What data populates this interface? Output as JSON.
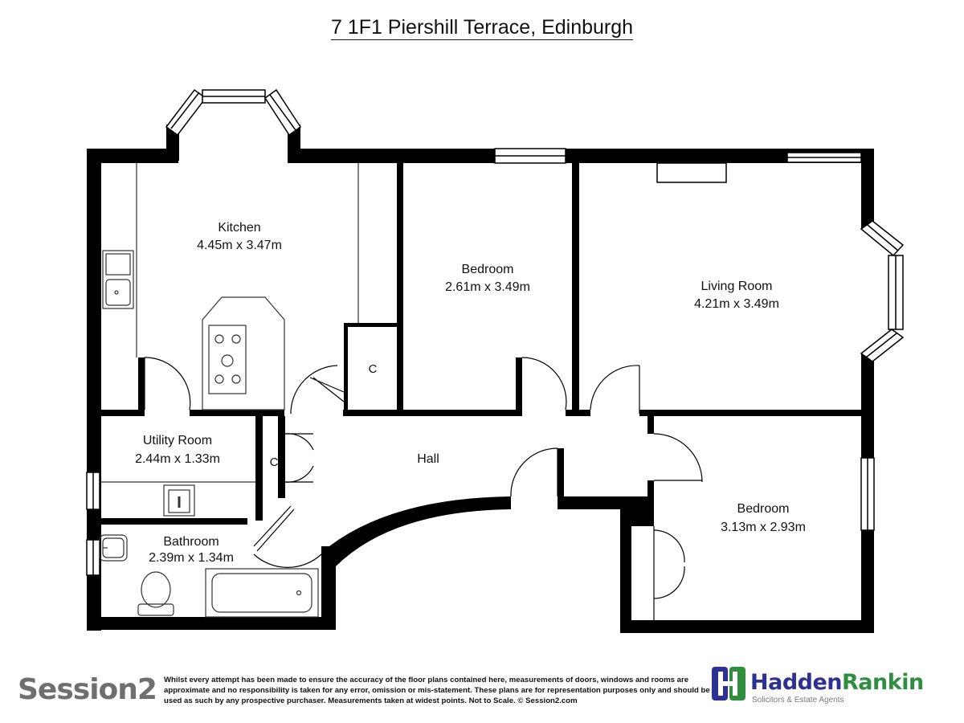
{
  "title": "7 1F1 Piershill Terrace, Edinburgh",
  "rooms": {
    "kitchen": {
      "name": "Kitchen",
      "dims": "4.45m x 3.47m"
    },
    "bedroom1": {
      "name": "Bedroom",
      "dims": "2.61m x 3.49m"
    },
    "living": {
      "name": "Living Room",
      "dims": "4.21m x 3.49m"
    },
    "utility": {
      "name": "Utility Room",
      "dims": "2.44m x 1.33m"
    },
    "hall": {
      "name": "Hall"
    },
    "bedroom2": {
      "name": "Bedroom",
      "dims": "3.13m x 2.93m"
    },
    "bathroom": {
      "name": "Bathroom",
      "dims": "2.39m x 1.34m"
    },
    "cupboard_label": "C"
  },
  "footer": {
    "left_logo": "Session2",
    "disclaimer": "Whilst every attempt has been made to ensure the accuracy of the floor plans contained here, measurements of doors, windows and rooms are approximate and no responsibility is taken for any error, omission or mis-statement. These plans are for representation purposes only and should be used as such by any prospective purchaser.  Measurements taken at widest points. Not to Scale. © Session2.com",
    "brand_name_a": "Hadden",
    "brand_name_b": "Rankin",
    "brand_tagline": "Solicitors & Estate Agents"
  },
  "colors": {
    "wall": "#000000",
    "fixture_line": "#333333",
    "brand_blue": "#2c3192",
    "brand_green": "#2f8f3f",
    "logo_grey": "#6f6f6f"
  }
}
